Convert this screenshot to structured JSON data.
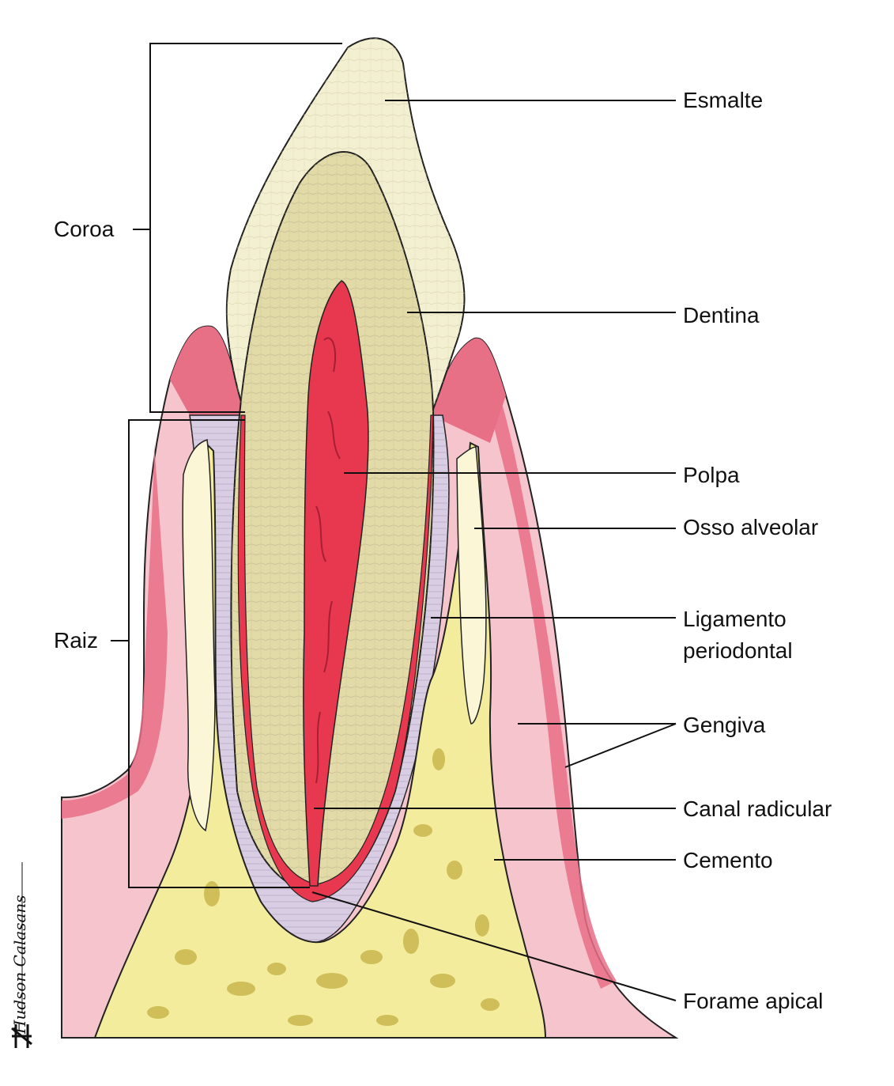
{
  "labels": {
    "coroa": "Coroa",
    "raiz": "Raiz",
    "esmalte": "Esmalte",
    "dentina": "Dentina",
    "polpa": "Polpa",
    "osso_alveolar": "Osso alveolar",
    "ligamento_1": "Ligamento",
    "ligamento_2": "periodontal",
    "gengiva": "Gengiva",
    "canal_radicular": "Canal radicular",
    "cemento": "Cemento",
    "forame_apical": "Forame apical"
  },
  "signature": {
    "text": "Hudson Calasans"
  },
  "colors": {
    "enamel": "#f3f0d2",
    "dentin": "#e2dba8",
    "pulp": "#e8384f",
    "gingiva_outer": "#e76f86",
    "gingiva_inner": "#f5c4cc",
    "ligament": "#d9cde3",
    "bone": "#f3ec9c",
    "bone_marrow": "#c9b64e",
    "alveolar_cortex": "#fbf7d6"
  }
}
